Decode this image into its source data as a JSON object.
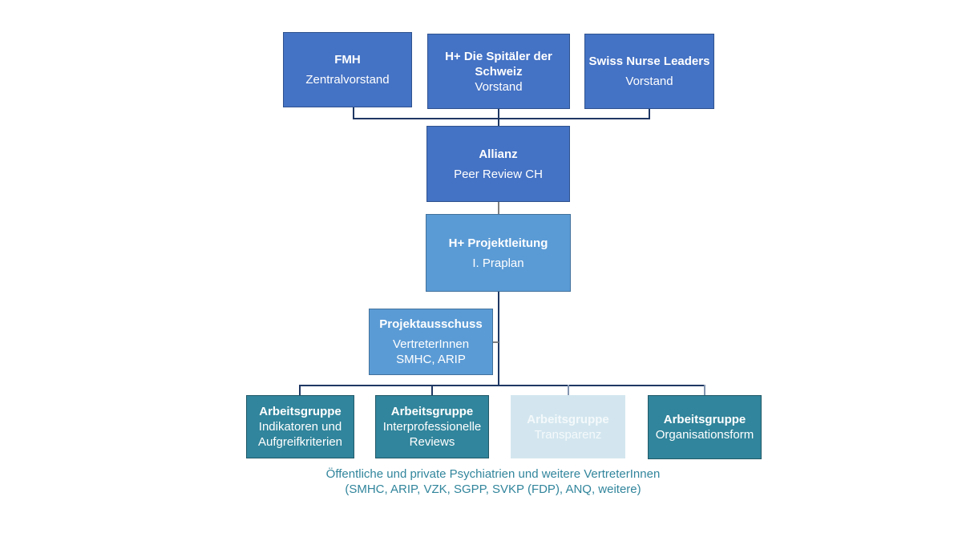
{
  "top_boxes": [
    {
      "title": "FMH",
      "subtitle": "Zentralvorstand"
    },
    {
      "title": "H+ Die Spitäler der Schweiz",
      "subtitle": "Vorstand"
    },
    {
      "title": "Swiss Nurse Leaders",
      "subtitle": "Vorstand"
    }
  ],
  "alliance": {
    "title": "Allianz",
    "subtitle": "Peer Review CH"
  },
  "project_lead": {
    "title": "H+ Projektleitung",
    "subtitle": "I. Praplan"
  },
  "project_committee": {
    "title": "Projektausschuss",
    "subtitle_line1": "VertreterInnen",
    "subtitle_line2": "SMHC, ARIP"
  },
  "working_groups": [
    {
      "title": "Arbeitsgruppe",
      "line1": "Indikatoren und",
      "line2": "Aufgreifkriterien",
      "state": "active"
    },
    {
      "title": "Arbeitsgruppe",
      "line1": "Interprofessionelle",
      "line2": "Reviews",
      "state": "active"
    },
    {
      "title": "Arbeitsgruppe",
      "line1": "Transparenz",
      "line2": "",
      "state": "inactive"
    },
    {
      "title": "Arbeitsgruppe",
      "line1": "Organisationsform",
      "line2": "",
      "state": "active"
    }
  ],
  "footer": {
    "line1": "Öffentliche und private Psychiatrien und weitere VertreterInnen",
    "line2": "(SMHC, ARIP, VZK, SGPP, SVKP (FDP), ANQ, weitere)"
  },
  "colors": {
    "board_blue": "#4472c4",
    "lead_blue": "#5b9bd5",
    "group_teal": "#31859c",
    "inactive_group": "#d3e6ef",
    "connector": "#1f3864"
  }
}
